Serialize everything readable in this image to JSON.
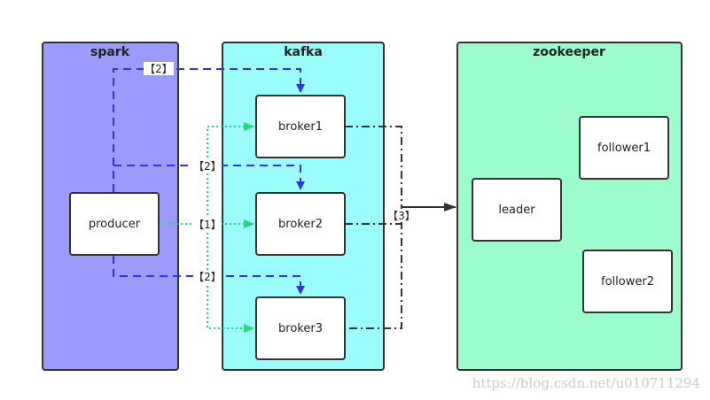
{
  "groups": {
    "spark": {
      "title": "spark",
      "color": "#9b9bfc"
    },
    "kafka": {
      "title": "kafka",
      "color": "#9bfcfc"
    },
    "zookeeper": {
      "title": "zookeeper",
      "color": "#9cfccc"
    }
  },
  "nodes": {
    "producer": "producer",
    "broker1": "broker1",
    "broker2": "broker2",
    "broker3": "broker3",
    "leader": "leader",
    "follower1": "follower1",
    "follower2": "follower2"
  },
  "edge_labels": {
    "step1": "【1】",
    "step2_top": "【2】",
    "step2_mid": "【2】",
    "step2_bottom": "【2】",
    "step3": "【3】"
  },
  "colors": {
    "metadata_line": "#3333cc",
    "send_line": "#22dd77",
    "zk_line": "#333333",
    "border": "#333333"
  },
  "watermark": "https://blog.csdn.net/u010711294"
}
